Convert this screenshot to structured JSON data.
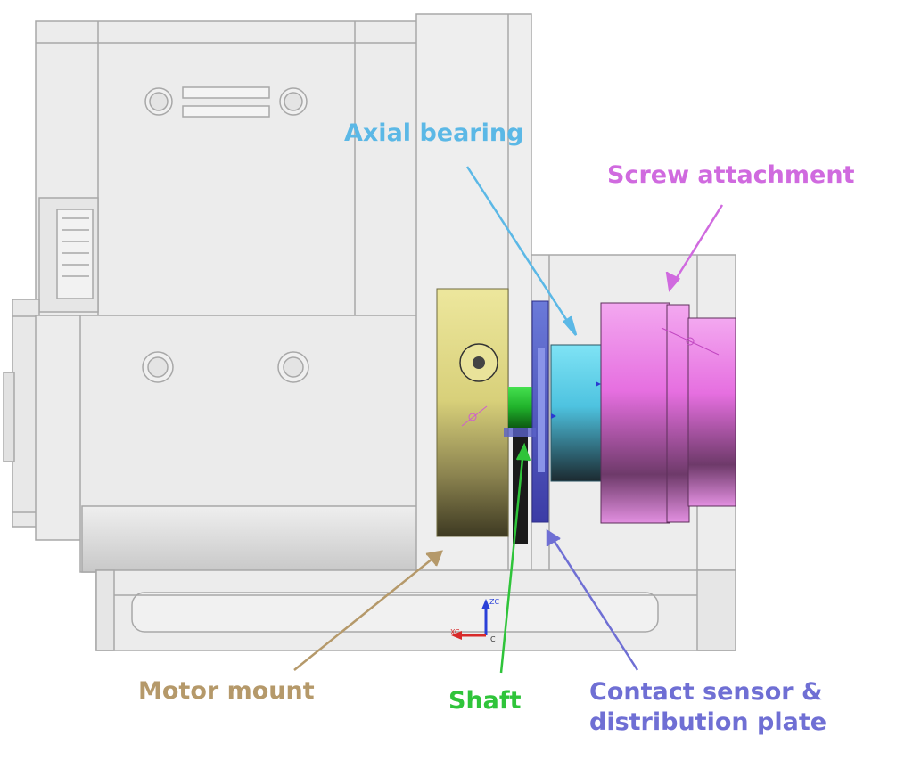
{
  "labels": {
    "axial_bearing": "Axial bearing",
    "screw_attachment": "Screw attachment",
    "motor_mount": "Motor mount",
    "shaft": "Shaft",
    "contact_sensor": "Contact sensor &\ndistribution plate"
  },
  "triad": {
    "z": "ZC",
    "x": "XC",
    "origin": "C"
  },
  "colors": {
    "axial_bearing": "#5bb8e6",
    "screw_attachment": "#d06adf",
    "motor_mount": "#b5996a",
    "shaft": "#2fc43a",
    "contact_sensor": "#6f6fd4",
    "housing": "#ececec",
    "outline": "#a6a6a6"
  }
}
